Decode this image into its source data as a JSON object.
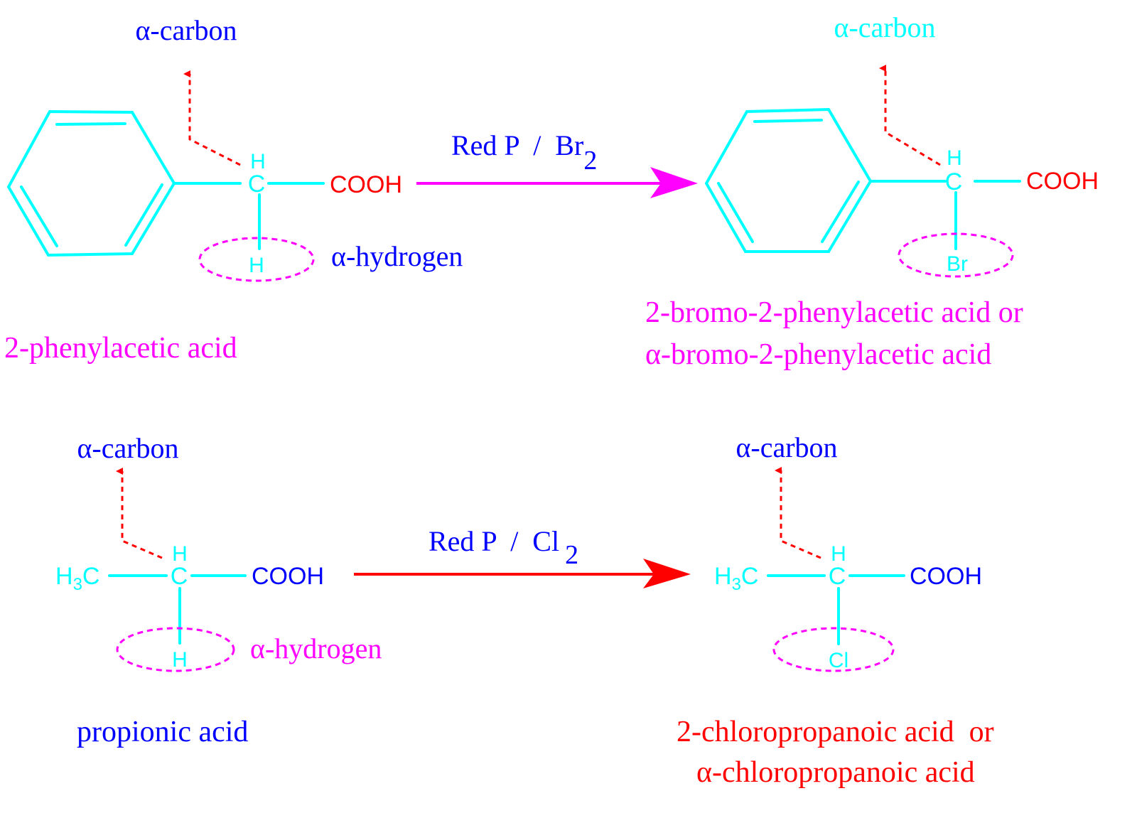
{
  "colors": {
    "cyan": "#00ffff",
    "blue": "#0000ff",
    "red": "#ff0000",
    "magenta": "#ff00ff"
  },
  "reaction1": {
    "reactant": {
      "label_alpha_carbon": "α-carbon",
      "atom_h_top": "H",
      "atom_c": "C",
      "group_cooh": "COOH",
      "atom_h_bottom": "H",
      "label_alpha_hydrogen": "α-hydrogen",
      "name": "2-phenylacetic acid"
    },
    "reagent": {
      "text": "Red P  /  Br",
      "subscript": "2"
    },
    "product": {
      "label_alpha_carbon": "α-carbon",
      "atom_h_top": "H",
      "atom_c": "C",
      "group_cooh": "COOH",
      "atom_substituent": "Br",
      "name_line1": "2-bromo-2-phenylacetic acid or",
      "name_line2": "α-bromo-2-phenylacetic acid"
    }
  },
  "reaction2": {
    "reactant": {
      "label_alpha_carbon": "α-carbon",
      "group_ch3_main": "H",
      "group_ch3_sub": "3",
      "group_ch3_tail": "C",
      "atom_h_top": "H",
      "atom_c": "C",
      "group_cooh": "COOH",
      "atom_h_bottom": "H",
      "label_alpha_hydrogen": "α-hydrogen",
      "name": "propionic acid"
    },
    "reagent": {
      "text": "Red P  /  Cl",
      "subscript": "2"
    },
    "product": {
      "label_alpha_carbon": "α-carbon",
      "group_ch3_main": "H",
      "group_ch3_sub": "3",
      "group_ch3_tail": "C",
      "atom_h_top": "H",
      "atom_c": "C",
      "group_cooh": "COOH",
      "atom_substituent": "Cl",
      "name_line1": "2-chloropropanoic acid  or",
      "name_line2": "α-chloropropanoic acid"
    }
  }
}
